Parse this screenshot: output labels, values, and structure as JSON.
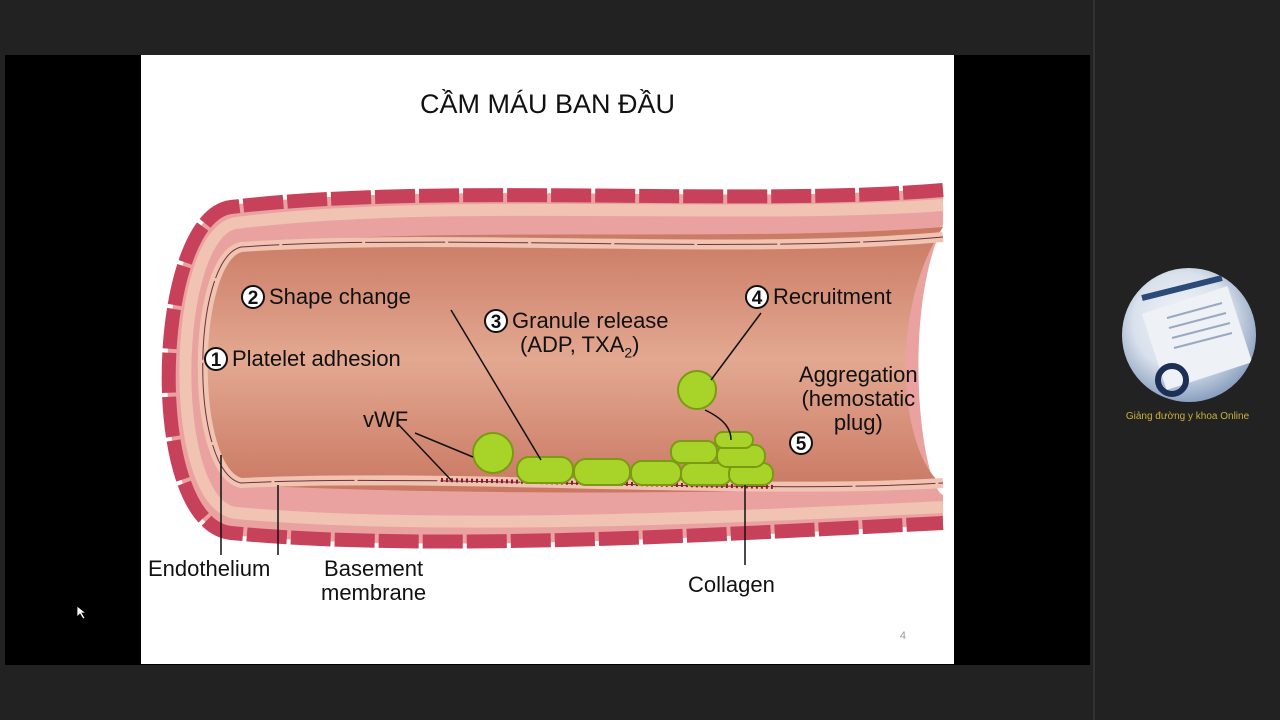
{
  "slide": {
    "title": "CẦM MÁU BAN ĐẦU",
    "page_number": "4",
    "steps": [
      {
        "num": "1",
        "label": "Platelet adhesion"
      },
      {
        "num": "2",
        "label": "Shape change"
      },
      {
        "num": "3",
        "label": "Granule release",
        "label2": "(ADP, TXA",
        "sub": "2",
        "label2_end": ")"
      },
      {
        "num": "4",
        "label": "Recruitment"
      },
      {
        "num": "5",
        "label": "Aggregation",
        "label2": "(hemostatic",
        "label3": "plug)"
      }
    ],
    "labels": {
      "vwf": "vWF",
      "endothelium": "Endothelium",
      "basement1": "Basement",
      "basement2": "membrane",
      "collagen": "Collagen"
    }
  },
  "participant": {
    "name": "Giảng đường y khoa Online"
  },
  "colors": {
    "vessel_wall": "#c8415a",
    "lumen": "#d9907a",
    "platelet": "#a8d42a",
    "participant_name": "#c8b13a"
  }
}
